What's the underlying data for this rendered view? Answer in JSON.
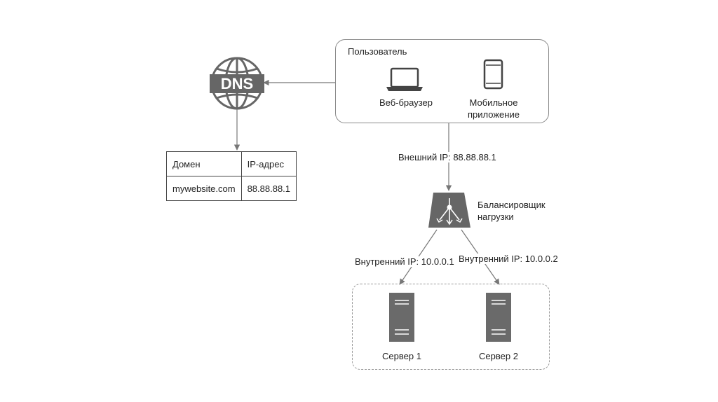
{
  "dns": {
    "icon_text": "DNS"
  },
  "user_group": {
    "title": "Пользователь",
    "browser_label": "Веб-браузер",
    "mobile_label_line1": "Мобильное",
    "mobile_label_line2": "приложение"
  },
  "dns_table": {
    "headers": [
      "Домен",
      "IP-адрес"
    ],
    "rows": [
      [
        "mywebsite.com",
        "88.88.88.1"
      ]
    ]
  },
  "external_ip_label": "Внешний IP: 88.88.88.1",
  "load_balancer": {
    "label_line1": "Балансировщик",
    "label_line2": "нагрузки"
  },
  "internal_ip_1": "Внутренний IP: 10.0.0.1",
  "internal_ip_2": "Внутренний IP: 10.0.0.2",
  "servers": [
    {
      "label": "Сервер 1"
    },
    {
      "label": "Сервер 2"
    }
  ],
  "colors": {
    "icon_gray": "#666666",
    "line": "#777777",
    "border": "#8a8a8a"
  }
}
